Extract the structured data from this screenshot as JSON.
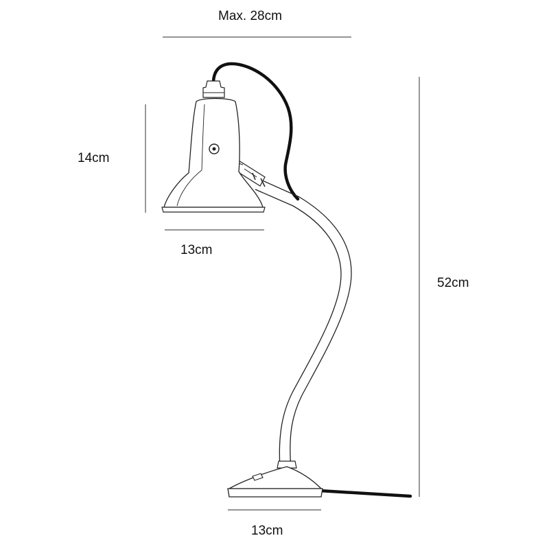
{
  "dimensions": {
    "max_width": "Max. 28cm",
    "shade_height": "14cm",
    "shade_width": "13cm",
    "total_height": "52cm",
    "base_width": "13cm"
  },
  "colors": {
    "dimension_line": "#555555",
    "outline": "#222222",
    "cable": "#111111",
    "text": "#111111"
  }
}
